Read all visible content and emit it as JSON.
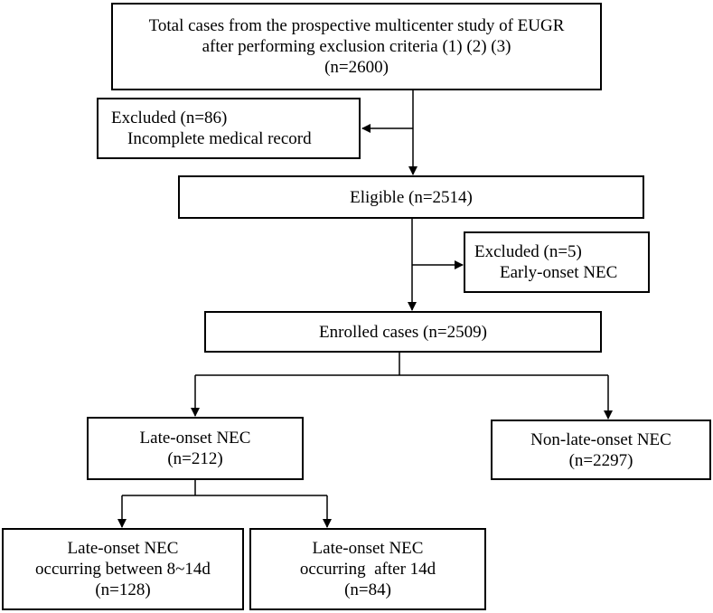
{
  "flowchart": {
    "total": [
      "Total cases from the prospective multicenter study of EUGR",
      "after performing exclusion criteria (1) (2) (3)",
      "(n=2600)"
    ],
    "excluded_1": {
      "title": "Excluded (n=86)",
      "reason": "Incomplete medical record"
    },
    "eligible": "Eligible (n=2514)",
    "excluded_2": {
      "title": "Excluded (n=5)",
      "reason": "Early-onset NEC"
    },
    "enrolled": "Enrolled cases (n=2509)",
    "late_onset": [
      "Late-onset NEC",
      "(n=212)"
    ],
    "non_late_onset": [
      "Non-late-onset NEC",
      "(n=2297)"
    ],
    "late_8_14": [
      "Late-onset NEC",
      "occurring between 8~14d",
      "(n=128)"
    ],
    "late_after_14": [
      "Late-onset NEC",
      "occurring  after 14d",
      "(n=84)"
    ]
  }
}
